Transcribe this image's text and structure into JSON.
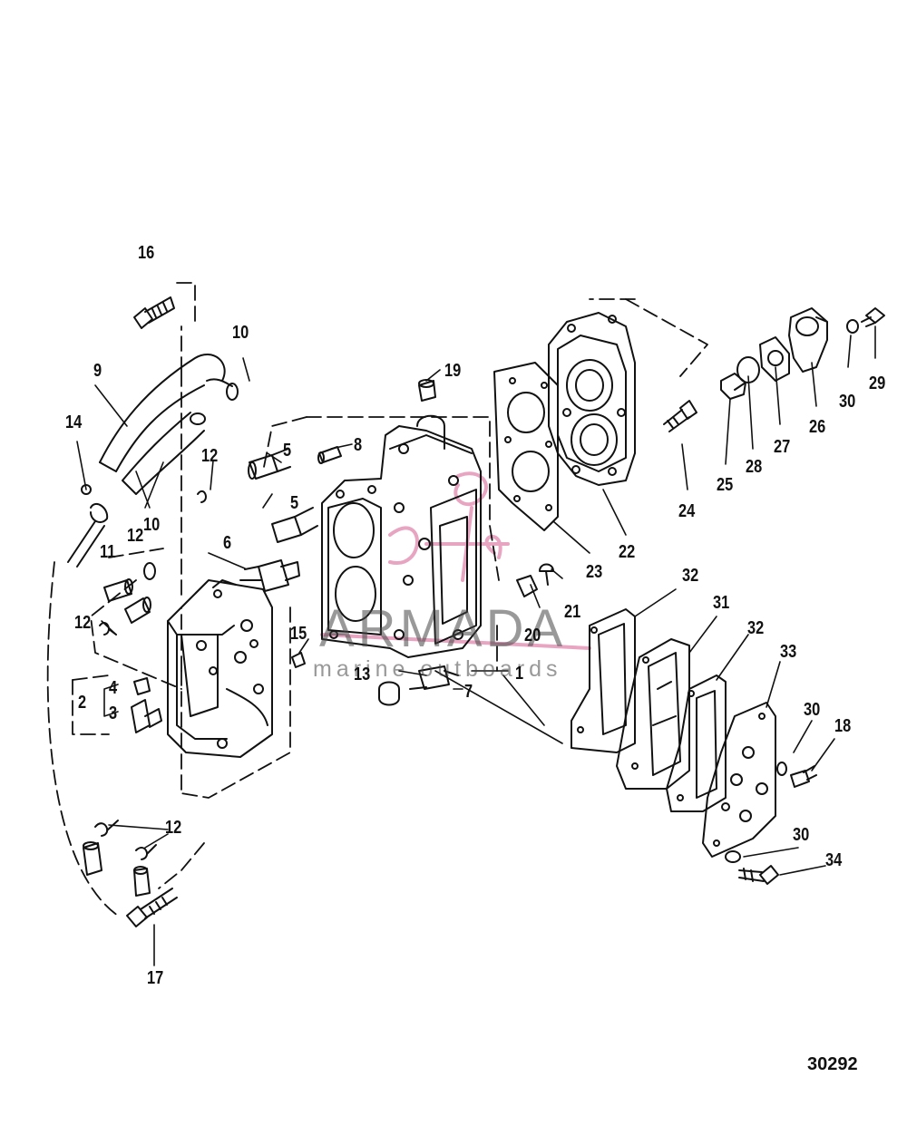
{
  "figure_number": "30292",
  "watermark": {
    "brand": "ARMADA",
    "tagline": "marine outboards"
  },
  "callouts": [
    "1",
    "2",
    "3",
    "4",
    "5",
    "5",
    "6",
    "7",
    "8",
    "9",
    "10",
    "10",
    "11",
    "12",
    "12",
    "12",
    "12",
    "12",
    "13",
    "14",
    "15",
    "16",
    "17",
    "18",
    "19",
    "20",
    "21",
    "22",
    "23",
    "24",
    "25",
    "26",
    "27",
    "28",
    "29",
    "30",
    "30",
    "30",
    "31",
    "32",
    "32",
    "33",
    "34"
  ],
  "colors": {
    "ink": "#111111",
    "watermark_pink": "#e38fb2",
    "watermark_text": "#555555"
  }
}
